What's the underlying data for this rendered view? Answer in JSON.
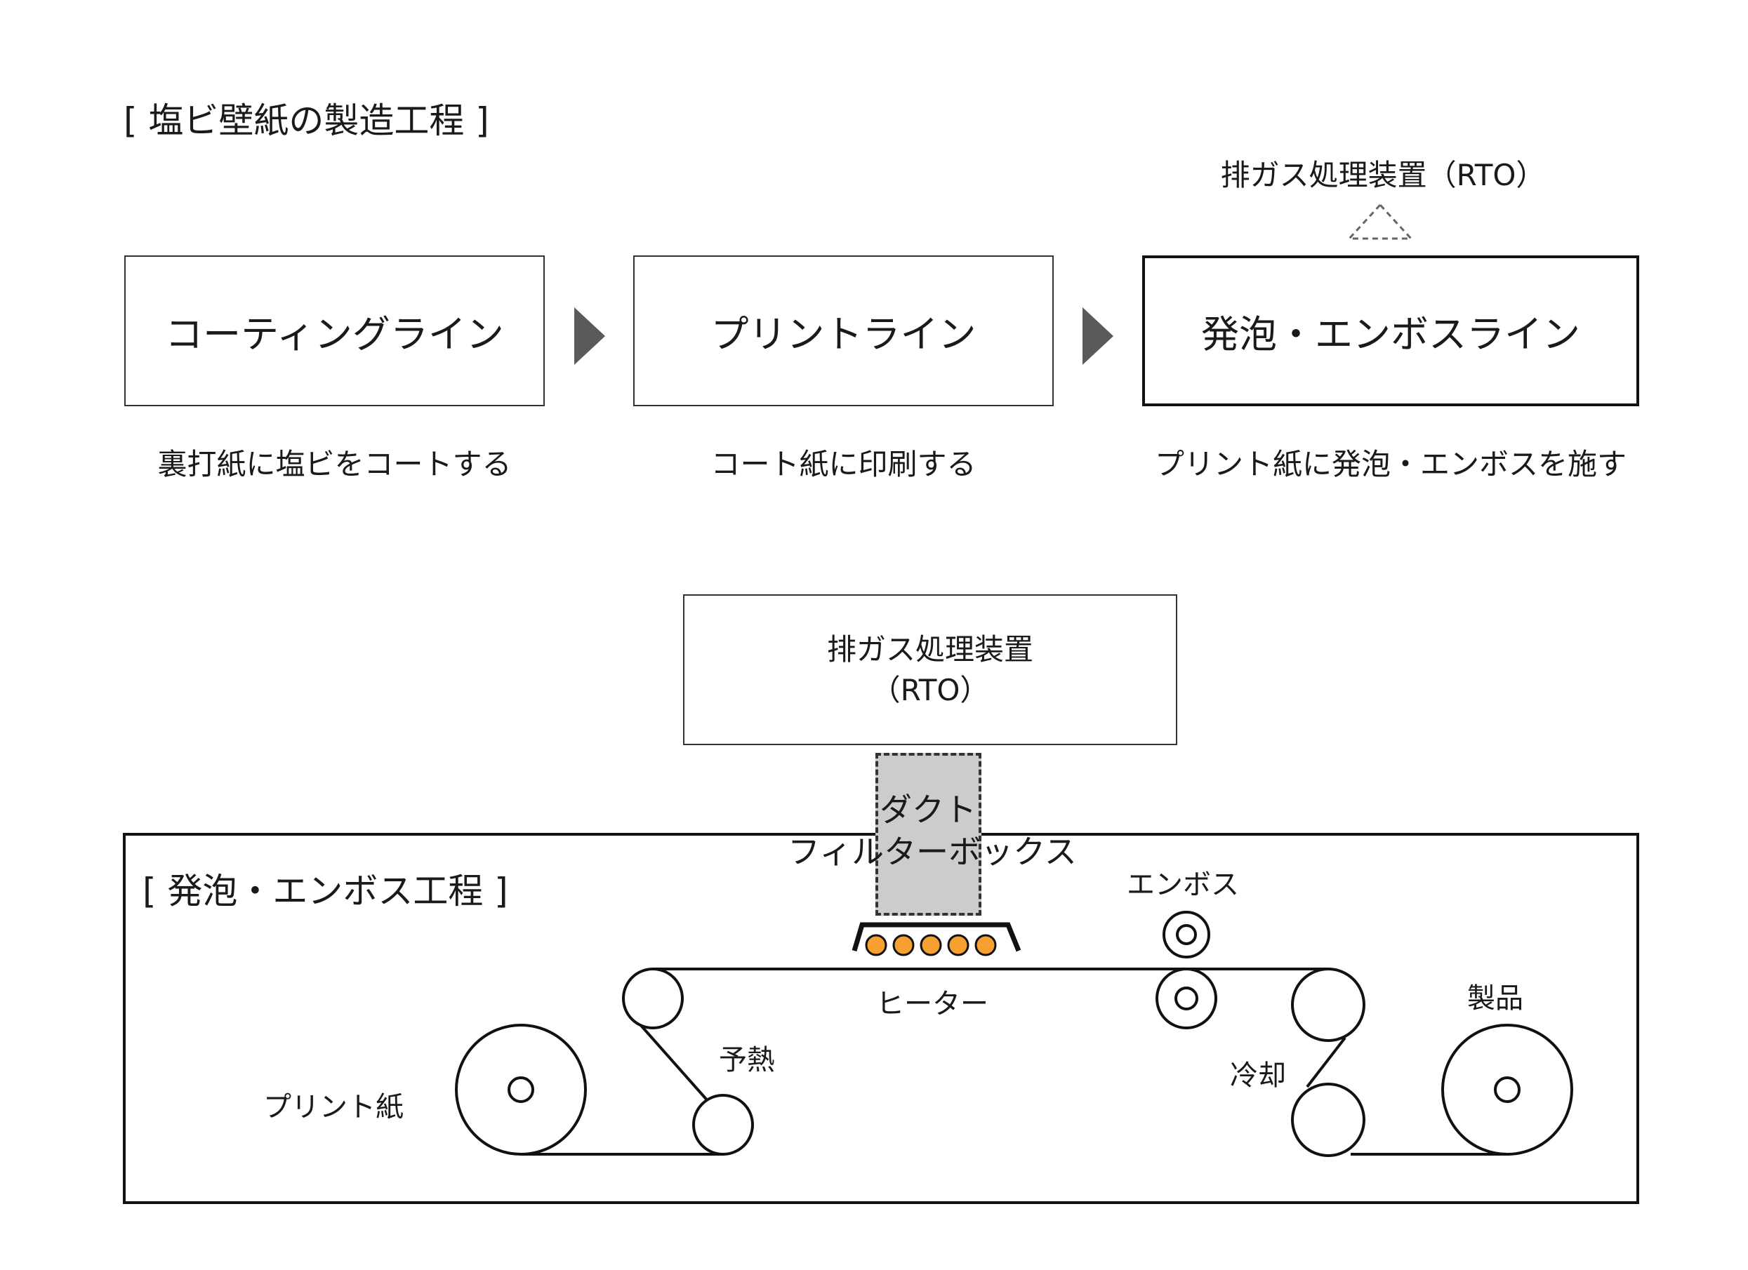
{
  "main_title": "[ 塩ビ壁紙の製造工程 ]",
  "rto_top_label": "排ガス処理装置（RTO）",
  "steps": [
    {
      "name": "コーティングライン",
      "caption": "裏打紙に塩ビをコートする"
    },
    {
      "name": "プリントライン",
      "caption": "コート紙に印刷する"
    },
    {
      "name": "発泡・エンボスライン",
      "caption": "プリント紙に発泡・エンボスを施す"
    }
  ],
  "rto_box": {
    "line1": "排ガス処理装置",
    "line2": "（RTO）"
  },
  "duct": {
    "line1": "ダクト",
    "line2": "フィルターボックス"
  },
  "process_title": "[ 発泡・エンボス工程 ]",
  "labels": {
    "emboss": "エンボス",
    "heater": "ヒーター",
    "preheat": "予熱",
    "printed_paper": "プリント紙",
    "cooling": "冷却",
    "product": "製品"
  },
  "colors": {
    "heater_fill": "#F5A030",
    "duct_fill": "#CCCCCC",
    "arrow_fill": "#5A5A5A"
  }
}
